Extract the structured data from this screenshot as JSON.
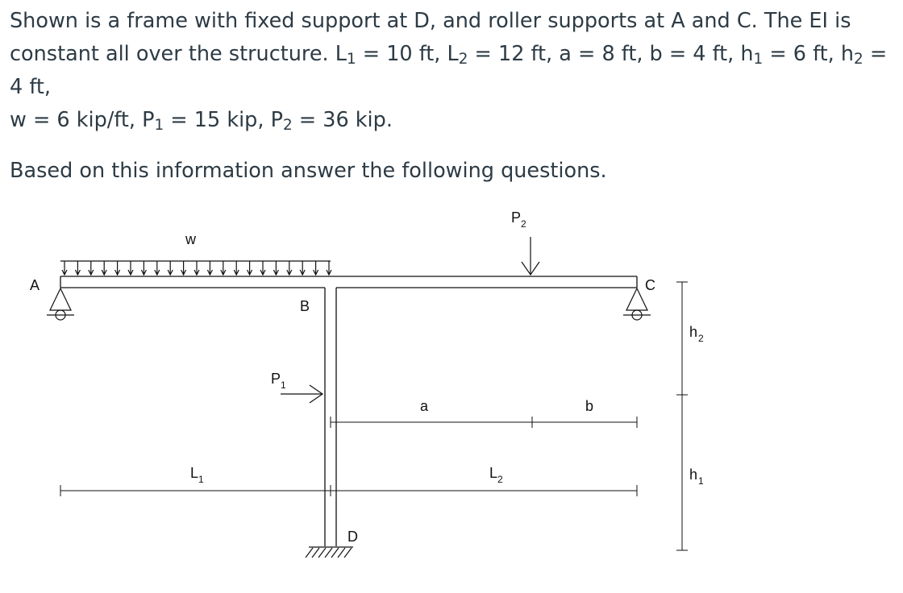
{
  "prompt": {
    "line1": "Shown is a frame with fixed support at D, and roller supports at A and C. The EI is",
    "line2_start": "constant all over the structure. L",
    "line2_L1_sub": "1",
    "line2_L1_value": " = 10 ft, L",
    "line2_L2_sub": "2",
    "line2_L2_value": " = 12 ft, a = 8 ft, b = 4 ft, h",
    "line2_h1_sub": "1",
    "line2_h1_value": " = 6 ft, h",
    "line2_h2_sub": "2",
    "line2_h2_value": " = 4 ft,",
    "line3_start": "w = 6 kip/ft, P",
    "line3_P1_sub": "1",
    "line3_P1_value": " = 15 kip, P",
    "line3_P2_sub": "2",
    "line3_P2_value": " = 36 kip.",
    "instruction": "Based on this information answer the following questions."
  },
  "figure": {
    "labels": {
      "A": "A",
      "B": "B",
      "C": "C",
      "D": "D",
      "w": "w",
      "P1": "P",
      "P1_sub": "1",
      "P2": "P",
      "P2_sub": "2",
      "a": "a",
      "b": "b",
      "L1": "L",
      "L1_sub": "1",
      "L2": "L",
      "L2_sub": "2",
      "h1": "h",
      "h1_sub": "1",
      "h2": "h",
      "h2_sub": "2"
    }
  }
}
